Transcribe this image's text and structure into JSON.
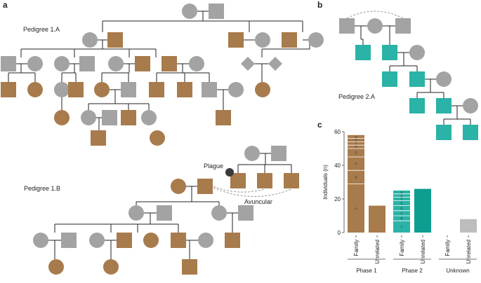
{
  "figure": {
    "panels": {
      "a": "a",
      "b": "b",
      "c": "c"
    },
    "pedigree_labels": {
      "p1a": "Pedigree 1.A",
      "p1b": "Pedigree 1.B",
      "p2a": "Pedigree 2.A"
    },
    "annotations": {
      "plague": "Plague",
      "avuncular": "Avuncular"
    },
    "colors": {
      "grey": "#a3a3a3",
      "brown": "#a87b4c",
      "teal": "#2ab3a6",
      "teal_dark": "#0e9e90",
      "light_grey": "#bdbdbd",
      "dark": "#3a3a3a"
    }
  },
  "chart_data": {
    "type": "bar",
    "ylabel": "Individuals (n)",
    "ylim": [
      0,
      60
    ],
    "yticks": [
      "0",
      "20",
      "40",
      "60"
    ],
    "groups": [
      {
        "name": "Phase 1",
        "bars": [
          {
            "label": "Family",
            "value": 58,
            "color": "#a87b4c",
            "segments": [
              29,
              8,
              8,
              5,
              2,
              2,
              2,
              2
            ],
            "segment_labels": [
              "A",
              "B",
              "C",
              "D",
              "E",
              "F",
              "G",
              "H"
            ]
          },
          {
            "label": "Unrelated",
            "value": 16,
            "color": "#a87b4c"
          }
        ]
      },
      {
        "name": "Phase 2",
        "bars": [
          {
            "label": "Family",
            "value": 25,
            "color": "#2ab3a6",
            "segments": [
              7,
              3,
              3,
              3,
              3,
              2,
              2,
              2
            ],
            "segment_labels": [
              "A",
              "B",
              "C",
              "D",
              "E",
              "F",
              "G",
              "H"
            ]
          },
          {
            "label": "Unrelated",
            "value": 26,
            "color": "#0e9e90"
          }
        ]
      },
      {
        "name": "Unknown",
        "bars": [
          {
            "label": "Family",
            "value": 0,
            "color": "#bdbdbd"
          },
          {
            "label": "Unrelated",
            "value": 8,
            "color": "#bdbdbd"
          }
        ]
      }
    ]
  }
}
